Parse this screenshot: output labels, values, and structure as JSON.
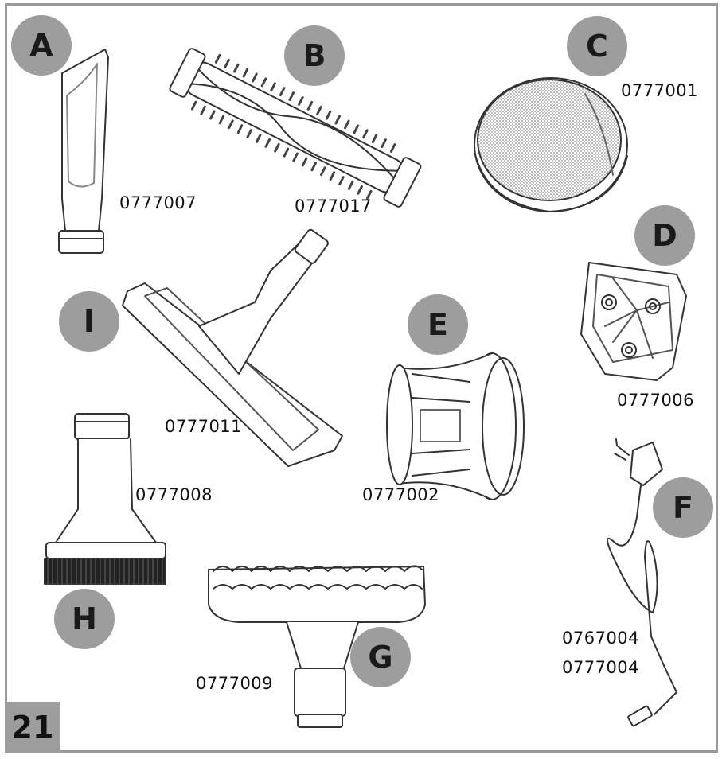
{
  "page_number": "21",
  "parts": [
    {
      "letter": "A",
      "part_number": "0777007"
    },
    {
      "letter": "B",
      "part_number": "0777017"
    },
    {
      "letter": "C",
      "part_number": "0777001"
    },
    {
      "letter": "D",
      "part_number": "0777006"
    },
    {
      "letter": "E",
      "part_number": "0777002"
    },
    {
      "letter": "F",
      "part_numbers": [
        "0767004",
        "0777004"
      ]
    },
    {
      "letter": "G",
      "part_number": "0777009"
    },
    {
      "letter": "H",
      "part_number": "0777008"
    },
    {
      "letter": "I",
      "part_number": "0777011"
    }
  ],
  "colors": {
    "badge": "#9d9d9d",
    "frame": "#9a9a9a",
    "line": "#333333"
  }
}
